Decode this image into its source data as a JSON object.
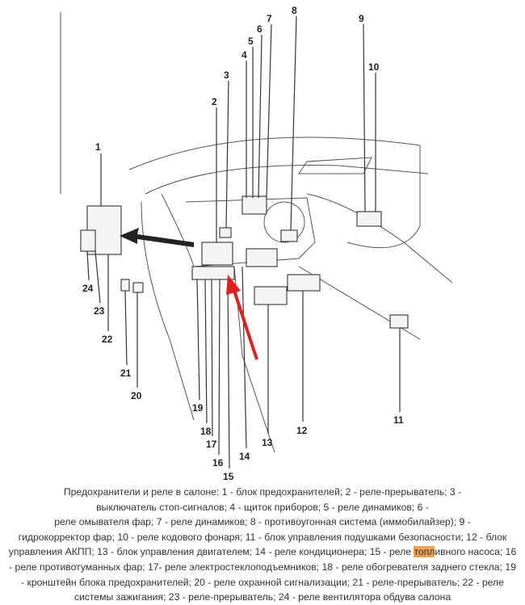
{
  "diagram": {
    "labels": [
      "1",
      "2",
      "3",
      "4",
      "5",
      "6",
      "7",
      "8",
      "9",
      "10",
      "11",
      "12",
      "13",
      "14",
      "15",
      "16",
      "17",
      "18",
      "19",
      "20",
      "21",
      "22",
      "23",
      "24"
    ],
    "arrow_color": "#e02020"
  },
  "caption": {
    "lines": [
      "Предохранители и реле в салоне: 1 - блок предохранителей; 2 - реле-прерыватель; 3 -",
      "выключатель стоп-сигналов; 4 - щиток приборов; 5 - реле динамиков; 6 -",
      "реле омывателя фар; 7 - реле динамиков; 8 - противоугонная система (иммобилайзер); 9 -",
      "гидрокорректор фар; 10 - реле кодового фонаря; 11 - блок управления подушками безопасности; 12 - блок",
      "управления АКПП; 13 - блок управления двигателем; 14 - реле кондиционера; 15 - реле ",
      "- реле противотуманных фар; 17- реле электростеклоподъемников; 18 - реле обогревателя заднего стекла; 19",
      "- кронштейн блока предохранителей; 20 - реле охранной сигнализации; 21 - реле-прерыватель; 22 - реле",
      "системы зажигания; 23 - реле-прерыватель; 24 - реле вентилятора обдува салона"
    ],
    "highlight": "топл",
    "line5_tail": "ивного насоса; 16"
  }
}
